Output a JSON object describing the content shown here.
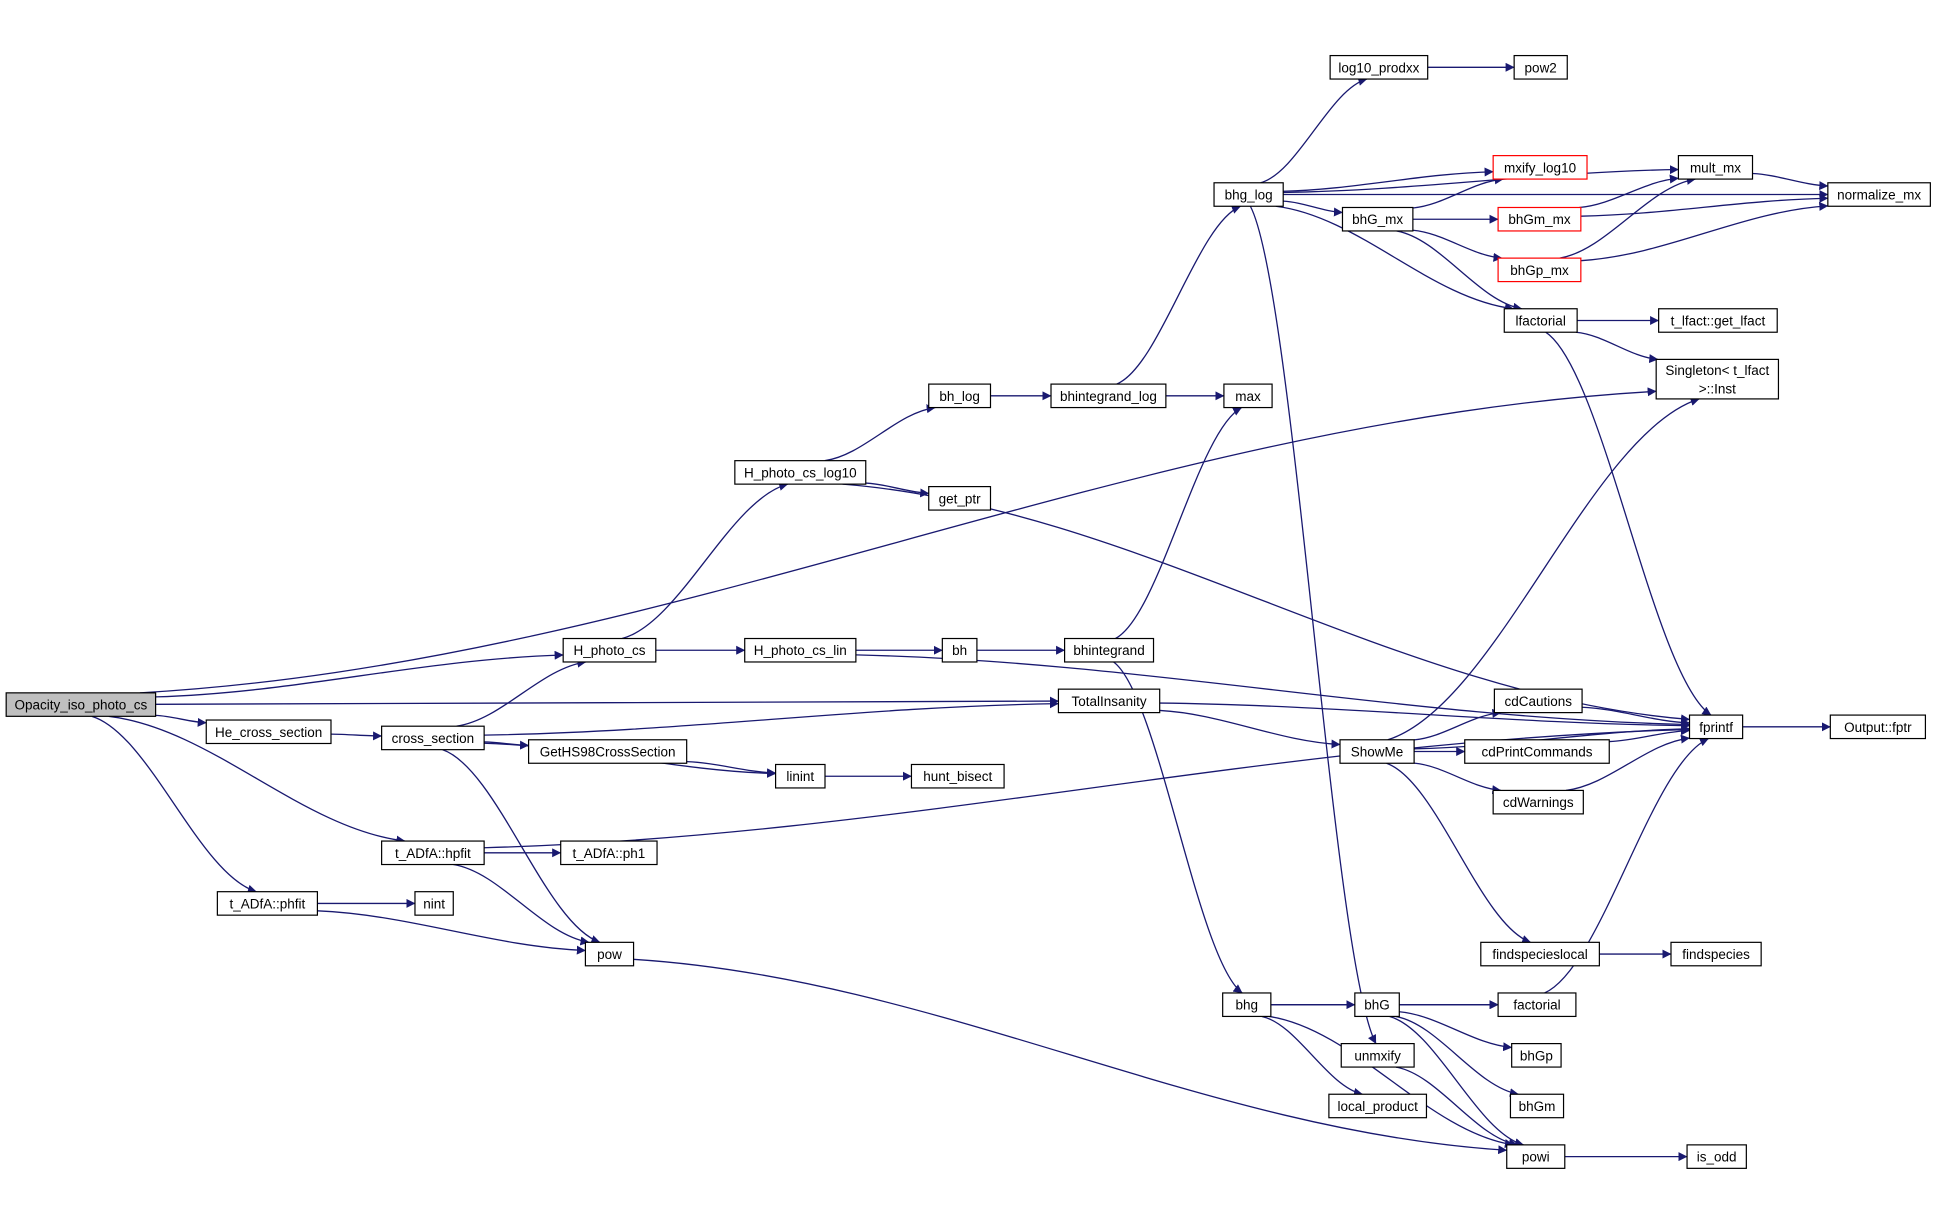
{
  "colors": {
    "edge": "#191970",
    "node_border": "#000000",
    "node_border_truncated": "#ff0000",
    "root_fill": "#bfbfbf"
  },
  "nodes": [
    {
      "id": "opacity_iso_photo_cs",
      "label": "Opacity_iso_photo_cs"
    },
    {
      "id": "he_cross_section",
      "label": "He_cross_section"
    },
    {
      "id": "cross_section",
      "label": "cross_section"
    },
    {
      "id": "h_photo_cs",
      "label": "H_photo_cs"
    },
    {
      "id": "h_photo_cs_log10",
      "label": "H_photo_cs_log10"
    },
    {
      "id": "h_photo_cs_lin",
      "label": "H_photo_cs_lin"
    },
    {
      "id": "bh_log",
      "label": "bh_log"
    },
    {
      "id": "get_ptr",
      "label": "get_ptr"
    },
    {
      "id": "bh",
      "label": "bh"
    },
    {
      "id": "bhintegrand_log",
      "label": "bhintegrand_log"
    },
    {
      "id": "bhintegrand",
      "label": "bhintegrand"
    },
    {
      "id": "max",
      "label": "max"
    },
    {
      "id": "bhg_log",
      "label": "bhg_log"
    },
    {
      "id": "log10_prodxx",
      "label": "log10_prodxx"
    },
    {
      "id": "pow2",
      "label": "pow2"
    },
    {
      "id": "mxify_log10",
      "label": "mxify_log10",
      "truncated": true
    },
    {
      "id": "bhg_mx",
      "label": "bhG_mx"
    },
    {
      "id": "bhgm_mx",
      "label": "bhGm_mx",
      "truncated": true
    },
    {
      "id": "bhgp_mx",
      "label": "bhGp_mx",
      "truncated": true
    },
    {
      "id": "mult_mx",
      "label": "mult_mx"
    },
    {
      "id": "normalize_mx",
      "label": "normalize_mx"
    },
    {
      "id": "lfactorial",
      "label": "lfactorial"
    },
    {
      "id": "t_lfact_get_lfact",
      "label": "t_lfact::get_lfact"
    },
    {
      "id": "singleton_inst",
      "label": "Singleton< t_lfact",
      "label2": ">::Inst"
    },
    {
      "id": "totalinsanity",
      "label": "TotalInsanity"
    },
    {
      "id": "fprintf",
      "label": "fprintf"
    },
    {
      "id": "output_fptr",
      "label": "Output::fptr"
    },
    {
      "id": "showme",
      "label": "ShowMe"
    },
    {
      "id": "cdcautions",
      "label": "cdCautions"
    },
    {
      "id": "cdprintcommands",
      "label": "cdPrintCommands"
    },
    {
      "id": "cdwarnings",
      "label": "cdWarnings"
    },
    {
      "id": "findspecieslocal",
      "label": "findspecieslocal"
    },
    {
      "id": "findspecies",
      "label": "findspecies"
    },
    {
      "id": "geths98crosssection",
      "label": "GetHS98CrossSection"
    },
    {
      "id": "linint",
      "label": "linint"
    },
    {
      "id": "hunt_bisect",
      "label": "hunt_bisect"
    },
    {
      "id": "t_adfa_hpfit",
      "label": "t_ADfA::hpfit"
    },
    {
      "id": "t_adfa_ph1",
      "label": "t_ADfA::ph1"
    },
    {
      "id": "t_adfa_phfit",
      "label": "t_ADfA::phfit"
    },
    {
      "id": "nint",
      "label": "nint"
    },
    {
      "id": "pow",
      "label": "pow"
    },
    {
      "id": "bhg",
      "label": "bhg"
    },
    {
      "id": "bhg_cap",
      "label": "bhG"
    },
    {
      "id": "factorial",
      "label": "factorial"
    },
    {
      "id": "unmxify",
      "label": "unmxify"
    },
    {
      "id": "bhgp",
      "label": "bhGp"
    },
    {
      "id": "local_product",
      "label": "local_product"
    },
    {
      "id": "bhgm",
      "label": "bhGm"
    },
    {
      "id": "powi",
      "label": "powi"
    },
    {
      "id": "is_odd",
      "label": "is_odd"
    }
  ],
  "edges": [
    [
      "opacity_iso_photo_cs",
      "singleton_inst"
    ],
    [
      "opacity_iso_photo_cs",
      "totalinsanity"
    ],
    [
      "opacity_iso_photo_cs",
      "h_photo_cs"
    ],
    [
      "opacity_iso_photo_cs",
      "he_cross_section"
    ],
    [
      "opacity_iso_photo_cs",
      "t_adfa_hpfit"
    ],
    [
      "opacity_iso_photo_cs",
      "t_adfa_phfit"
    ],
    [
      "he_cross_section",
      "cross_section"
    ],
    [
      "cross_section",
      "h_photo_cs"
    ],
    [
      "cross_section",
      "totalinsanity"
    ],
    [
      "cross_section",
      "geths98crosssection"
    ],
    [
      "cross_section",
      "linint"
    ],
    [
      "cross_section",
      "pow"
    ],
    [
      "h_photo_cs",
      "h_photo_cs_log10"
    ],
    [
      "h_photo_cs",
      "h_photo_cs_lin"
    ],
    [
      "h_photo_cs_log10",
      "bh_log"
    ],
    [
      "h_photo_cs_log10",
      "get_ptr"
    ],
    [
      "h_photo_cs_log10",
      "fprintf"
    ],
    [
      "h_photo_cs_lin",
      "bh"
    ],
    [
      "h_photo_cs_lin",
      "fprintf"
    ],
    [
      "bh_log",
      "bhintegrand_log"
    ],
    [
      "bh",
      "bhintegrand"
    ],
    [
      "bhintegrand_log",
      "max"
    ],
    [
      "bhintegrand_log",
      "bhg_log"
    ],
    [
      "bhintegrand",
      "max"
    ],
    [
      "bhintegrand",
      "bhg"
    ],
    [
      "bhg_log",
      "normalize_mx"
    ],
    [
      "bhg_log",
      "log10_prodxx"
    ],
    [
      "bhg_log",
      "mult_mx"
    ],
    [
      "bhg_log",
      "mxify_log10"
    ],
    [
      "bhg_log",
      "bhg_mx"
    ],
    [
      "bhg_log",
      "lfactorial"
    ],
    [
      "bhg_log",
      "unmxify"
    ],
    [
      "log10_prodxx",
      "pow2"
    ],
    [
      "bhg_mx",
      "mxify_log10"
    ],
    [
      "bhg_mx",
      "bhgm_mx"
    ],
    [
      "bhg_mx",
      "bhgp_mx"
    ],
    [
      "bhg_mx",
      "lfactorial"
    ],
    [
      "bhgm_mx",
      "mult_mx"
    ],
    [
      "bhgm_mx",
      "normalize_mx"
    ],
    [
      "bhgp_mx",
      "mult_mx"
    ],
    [
      "bhgp_mx",
      "normalize_mx"
    ],
    [
      "mult_mx",
      "normalize_mx"
    ],
    [
      "lfactorial",
      "t_lfact_get_lfact"
    ],
    [
      "lfactorial",
      "singleton_inst"
    ],
    [
      "lfactorial",
      "fprintf"
    ],
    [
      "totalinsanity",
      "fprintf"
    ],
    [
      "totalinsanity",
      "showme"
    ],
    [
      "showme",
      "singleton_inst"
    ],
    [
      "showme",
      "cdcautions"
    ],
    [
      "showme",
      "cdprintcommands"
    ],
    [
      "showme",
      "cdwarnings"
    ],
    [
      "showme",
      "fprintf"
    ],
    [
      "showme",
      "findspecieslocal"
    ],
    [
      "cdcautions",
      "fprintf"
    ],
    [
      "cdprintcommands",
      "fprintf"
    ],
    [
      "cdwarnings",
      "fprintf"
    ],
    [
      "findspecieslocal",
      "findspecies"
    ],
    [
      "fprintf",
      "output_fptr"
    ],
    [
      "geths98crosssection",
      "linint"
    ],
    [
      "linint",
      "hunt_bisect"
    ],
    [
      "t_adfa_hpfit",
      "t_adfa_ph1"
    ],
    [
      "t_adfa_hpfit",
      "fprintf"
    ],
    [
      "t_adfa_hpfit",
      "pow"
    ],
    [
      "t_adfa_phfit",
      "nint"
    ],
    [
      "t_adfa_phfit",
      "pow"
    ],
    [
      "pow",
      "powi"
    ],
    [
      "bhg",
      "factorial"
    ],
    [
      "bhg",
      "bhg_cap"
    ],
    [
      "bhg",
      "local_product"
    ],
    [
      "bhg",
      "powi"
    ],
    [
      "bhg_cap",
      "factorial"
    ],
    [
      "bhg_cap",
      "bhgp"
    ],
    [
      "bhg_cap",
      "bhgm"
    ],
    [
      "bhg_cap",
      "powi"
    ],
    [
      "factorial",
      "fprintf"
    ],
    [
      "unmxify",
      "powi"
    ],
    [
      "powi",
      "is_odd"
    ]
  ]
}
